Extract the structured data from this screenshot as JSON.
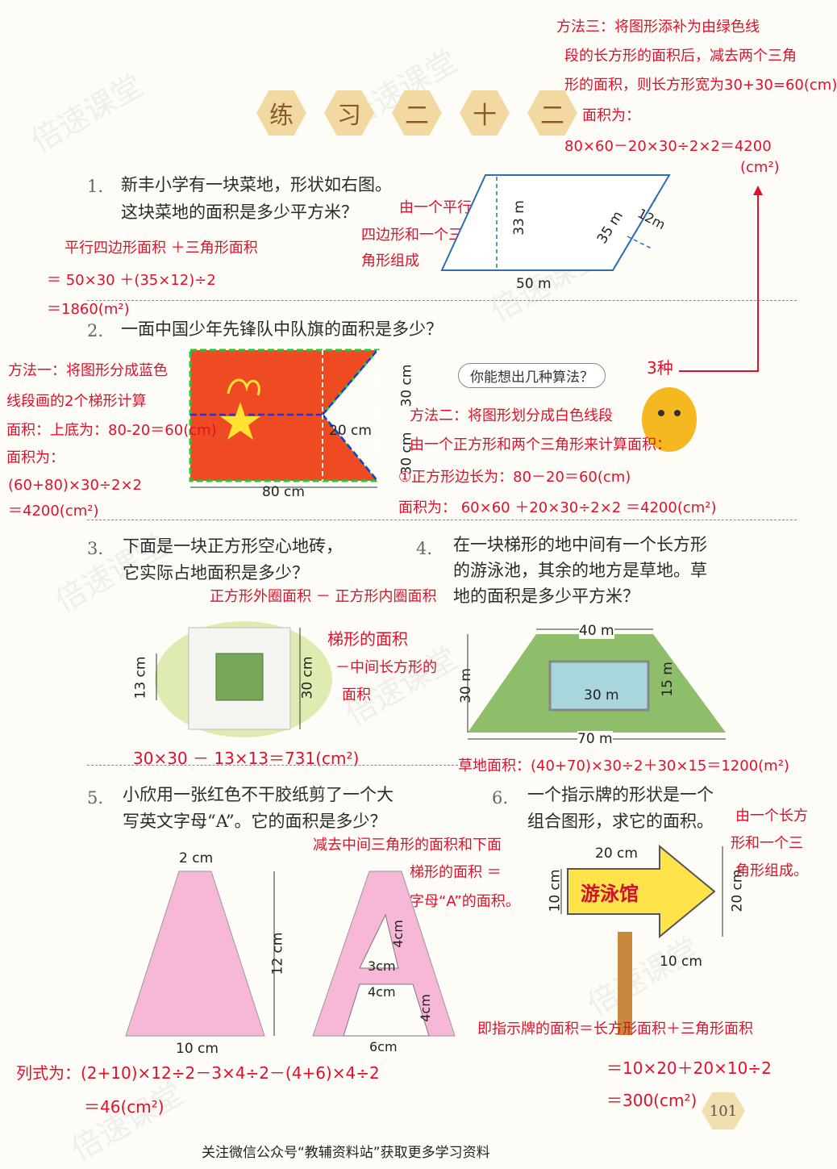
{
  "title_chars": [
    "练",
    "习",
    "二",
    "十",
    "二"
  ],
  "watermark": "倍速课堂",
  "page_number": "101",
  "footer": "关注微信公众号“教辅资料站”获取更多学习资料",
  "q1": {
    "num": "1.",
    "line1": "新丰小学有一块菜地，形状如右图。",
    "line2": "这块菜地的面积是多少平方米？",
    "labels": {
      "height": "33 m",
      "slant": "35 m",
      "h2": "12m",
      "base": "50 m"
    }
  },
  "q2": {
    "num": "2.",
    "line1": "一面中国少年先锋队中队旗的面积是多少？",
    "labels": {
      "top": "30 cm",
      "bottom": "30 cm",
      "notch": "20 cm",
      "width": "80 cm"
    },
    "bubble": "你能想出几种算法？"
  },
  "q3": {
    "num": "3.",
    "line1": "下面是一块正方形空心地砖，",
    "line2": "它实际占地面积是多少？",
    "labels": {
      "inner": "13 cm",
      "outer": "30 cm"
    }
  },
  "q4": {
    "num": "4.",
    "line1": "在一块梯形的地中间有一个长方形",
    "line2": "的游泳池，其余的地方是草地。草",
    "line3": "地的面积是多少平方米？",
    "labels": {
      "top": "40 m",
      "height": "30 m",
      "pool_w": "30 m",
      "pool_h": "15 m",
      "bottom": "70 m"
    }
  },
  "q5": {
    "num": "5.",
    "line1": "小欣用一张红色不干胶纸剪了一个大",
    "line2": "写英文字母“A”。它的面积是多少？",
    "labels": {
      "top": "2 cm",
      "height": "12 cm",
      "bottom": "10 cm",
      "tri_h": "4cm",
      "tri_b": "3cm",
      "trap_top": "4cm",
      "trap_h": "4cm",
      "trap_b": "6cm"
    }
  },
  "q6": {
    "num": "6.",
    "line1": "一个指示牌的形状是一个",
    "line2": "组合图形，求它的面积。",
    "labels": {
      "top": "20 cm",
      "left": "10 cm",
      "right": "20 cm",
      "bottom": "10 cm"
    },
    "sign_text": "游泳馆"
  },
  "notes": {
    "m3_1": "方法三：将图形添补为由绿色线",
    "m3_2": "段的长方形的面积后，减去两个三角",
    "m3_3": "形的面积，则长方形宽为30+30=60(cm)",
    "m3_4": "面积为：",
    "m3_5": "80×60－20×30÷2×2＝4200",
    "m3_6": "(cm²)",
    "q1a": "由一个平行",
    "q1b": "四边形和一个三",
    "q1c": "角形组成",
    "q1d": "平行四边形面积 ＋三角形面积",
    "q1e": "＝ 50×30 ＋(35×12)÷2",
    "q1f": "＝1860(m²)",
    "m1_1": "方法一：将图形分成蓝色",
    "m1_2": "线段画的2个梯形计算",
    "m1_3": "面积：上底为：80-20＝60(cm)",
    "m1_4": "面积为：",
    "m1_5": "(60+80)×30÷2×2",
    "m1_6": "＝4200(cm²)",
    "three": "3种",
    "m2_1": "方法二：将图形划分成白色线段",
    "m2_2": "由一个正方形和两个三角形来计算面积：",
    "m2_3": "①正方形边长为：80－20＝60(cm)",
    "m2_4": "面积为：  60×60 ＋20×30÷2×2 ＝4200(cm²)",
    "q3a": "正方形外圈面积 － 正方形内圈面积",
    "q3b": "30×30 － 13×13＝731(cm²)",
    "q4a": "梯形的面积",
    "q4b": "－中间长方形的",
    "q4c": "面积",
    "q4d": "草地面积：(40+70)×30÷2＋30×15＝1200(m²)",
    "q5a": "减去中间三角形的面积和下面",
    "q5b": "梯形的面积 ＝",
    "q5c": "字母“A”的面积。",
    "q5d": "列式为：(2+10)×12÷2－3×4÷2－(4+6)×4÷2",
    "q5e": "＝46(cm²)",
    "q6a": "由一个长方",
    "q6b": "形和一个三",
    "q6c": "角形组成。",
    "q6d": "即指示牌的面积＝长方形面积＋三角形面积",
    "q6e": "＝10×20＋20×10÷2",
    "q6f": "＝300(cm²)"
  }
}
